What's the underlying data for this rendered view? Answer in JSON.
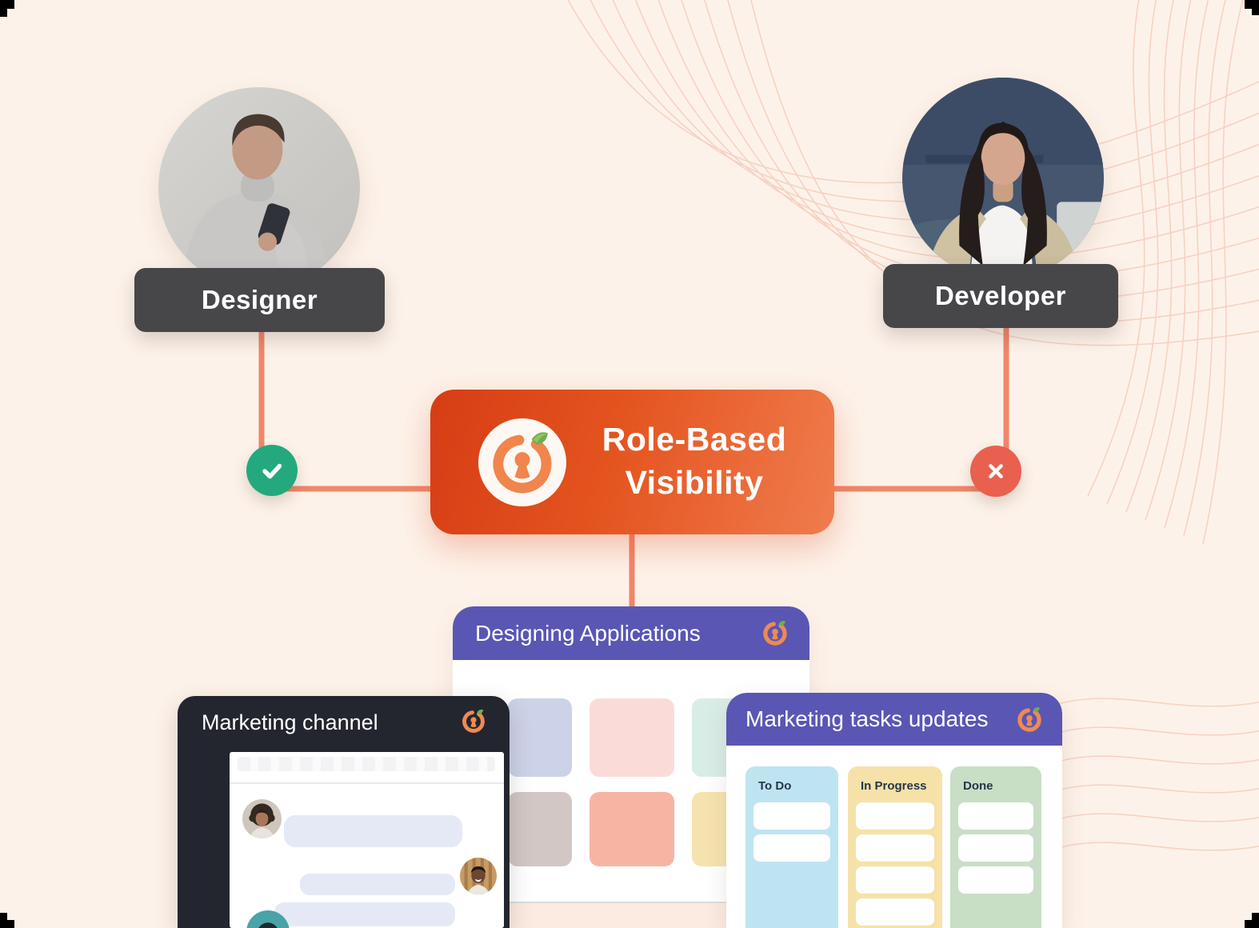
{
  "canvas": {
    "background": "#fdf2e9"
  },
  "colors": {
    "accent_gradient_start": "#d63d15",
    "accent_gradient_end": "#f07c4e",
    "connector_line": "#f0876a",
    "success_green": "#23a97d",
    "error_red": "#e9604f",
    "label_dark": "#474649",
    "window_purple": "#5a56b4",
    "window_dark": "#23262e",
    "logo_orange": "#ef8a50",
    "leaf_green": "#6fae4e"
  },
  "actors": {
    "designer": {
      "label": "Designer",
      "photo": "person-buzz-cut-holding-phone",
      "status_icon": "check-icon"
    },
    "developer": {
      "label": "Developer",
      "photo": "woman-dark-hair-at-laptop",
      "status_icon": "x-icon"
    }
  },
  "center_card": {
    "icon": "role-visibility-lock-logo",
    "title_line1": "Role-Based",
    "title_line2": "Visibility"
  },
  "windows": {
    "designing": {
      "title": "Designing Applications",
      "icon": "orange-lock-logo",
      "tiles": [
        "#ccd3e8",
        "#fbdbd8",
        "#d9ede7",
        "#d2c7c4",
        "#f8b4a3",
        "#f5e3af"
      ],
      "footer_color": "#fcebe1"
    },
    "channel": {
      "title": "Marketing channel",
      "icon": "orange-lock-logo",
      "bubble_color": "#e4e9f5",
      "messages": [
        {
          "avatar": "woman-curly-hair",
          "side": "left"
        },
        {
          "avatar": "man-smiling",
          "side": "right"
        },
        {
          "avatar": "person-teal-hair",
          "side": "left"
        }
      ]
    },
    "tasks": {
      "title": "Marketing tasks updates",
      "icon": "orange-lock-logo",
      "columns": [
        {
          "label": "To Do",
          "color": "#bee4f2",
          "card_count": 2
        },
        {
          "label": "In Progress",
          "color": "#f6e2a8",
          "card_count": 4
        },
        {
          "label": "Done",
          "color": "#c8dfc6",
          "card_count": 3
        }
      ]
    }
  }
}
